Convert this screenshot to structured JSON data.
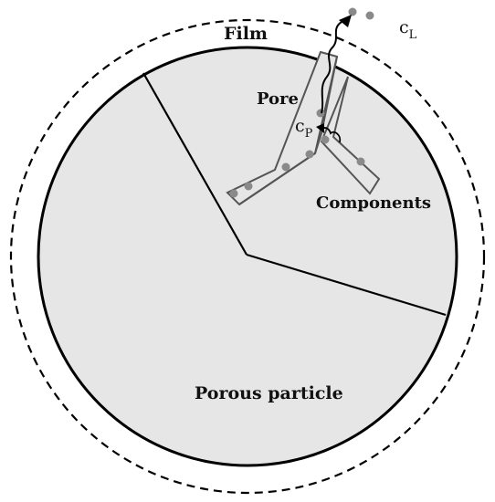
{
  "labels": {
    "film": "Film",
    "pore": "Pore",
    "components": "Components",
    "particle": "Porous particle"
  },
  "symbols": {
    "liquid_conc": {
      "base": "c",
      "sub": "L"
    },
    "pore_conc": {
      "base": "c",
      "sub": "P"
    }
  },
  "colors": {
    "particle_fill": "#e6e6e6",
    "outline": "#000000",
    "pore_stroke": "#555555",
    "component_dot": "#8a8a8a"
  }
}
